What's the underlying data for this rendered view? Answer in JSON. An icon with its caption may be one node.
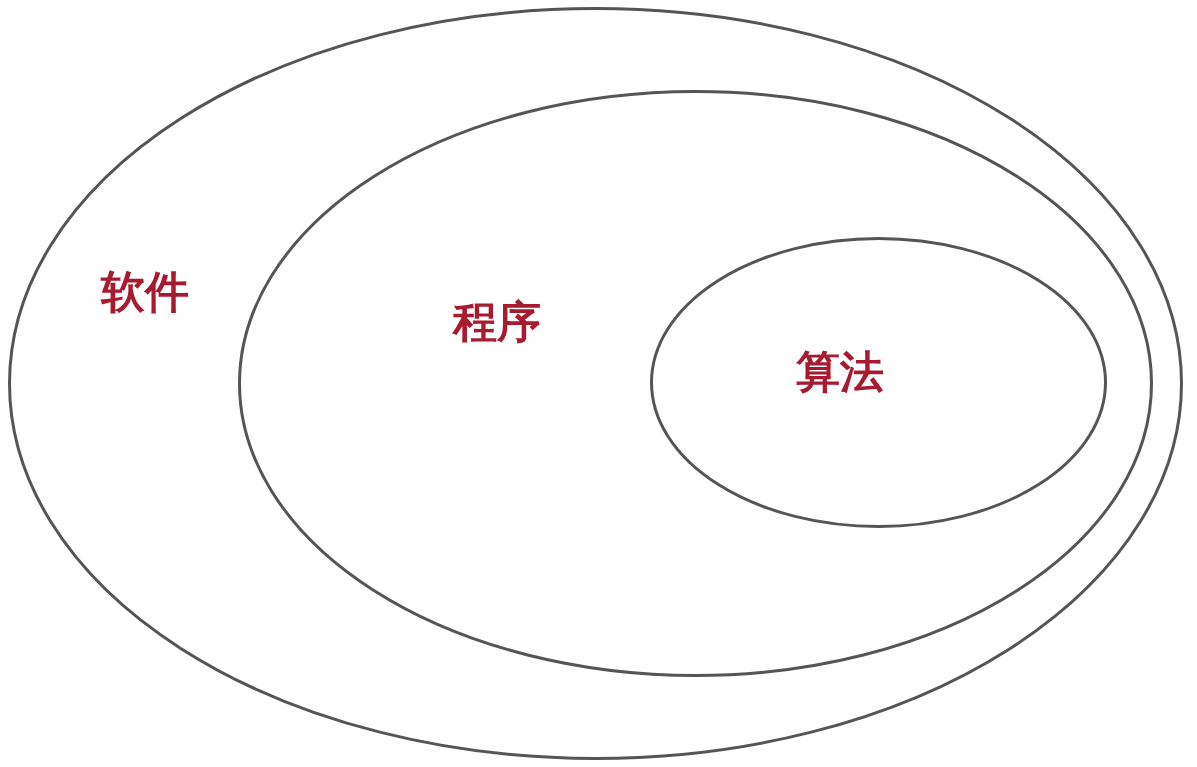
{
  "diagram": {
    "nodes": [
      {
        "text": [
          "软件"
        ]
      },
      {
        "text": [
          "程序"
        ],
        "in": 0
      },
      {
        "text": [
          "算法"
        ],
        "in": 1
      }
    ]
  }
}
